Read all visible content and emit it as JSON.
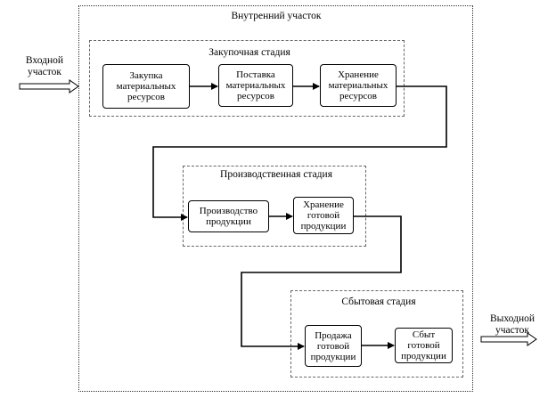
{
  "outer_label": "Внутренний участок",
  "input_label": "Входной\nучасток",
  "output_label": "Выходной\nучасток",
  "stages": {
    "procurement": {
      "title": "Закупочная стадия",
      "boxes": [
        "Закупка\nматериальных\nресурсов",
        "Поставка\nматериальных\nресурсов",
        "Хранение\nматериальных\nресурсов"
      ]
    },
    "production": {
      "title": "Производственная стадия",
      "boxes": [
        "Производство\nпродукции",
        "Хранение\nготовой\nпродукции"
      ]
    },
    "sales": {
      "title": "Сбытовая стадия",
      "boxes": [
        "Продажа\nготовой\nпродукции",
        "Сбыт\nготовой\nпродукции"
      ]
    }
  }
}
